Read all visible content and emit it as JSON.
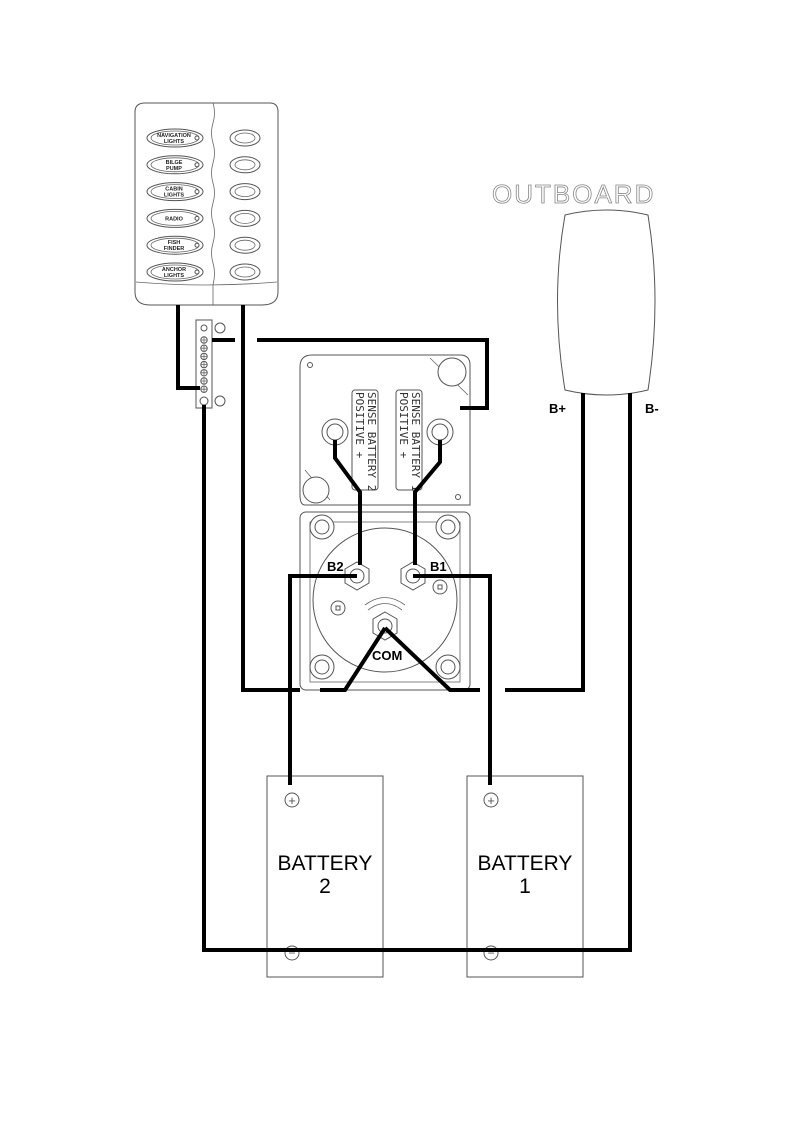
{
  "panel": {
    "switches": [
      {
        "line1": "NAVIGATION",
        "line2": "LIGHTS"
      },
      {
        "line1": "BILGE",
        "line2": "PUMP"
      },
      {
        "line1": "CABIN",
        "line2": "LIGHTS"
      },
      {
        "line1": "RADIO",
        "line2": ""
      },
      {
        "line1": "FISH",
        "line2": "FINDER"
      },
      {
        "line1": "ANCHOR",
        "line2": "LIGHTS"
      }
    ]
  },
  "outboard": {
    "title": "OUTBOARD",
    "pos": "B+",
    "neg": "B-"
  },
  "sense": {
    "b2_line1": "SENSE BATTERY 2",
    "b2_line2": "POSITIVE +",
    "b1_line1": "SENSE BATTERY 1",
    "b1_line2": "POSITIVE +"
  },
  "switch": {
    "b2": "B2",
    "b1": "B1",
    "com": "COM"
  },
  "batteries": [
    {
      "line1": "BATTERY",
      "line2": "2",
      "plus": "+",
      "minus": "−"
    },
    {
      "line1": "BATTERY",
      "line2": "1",
      "plus": "+",
      "minus": "−"
    }
  ]
}
